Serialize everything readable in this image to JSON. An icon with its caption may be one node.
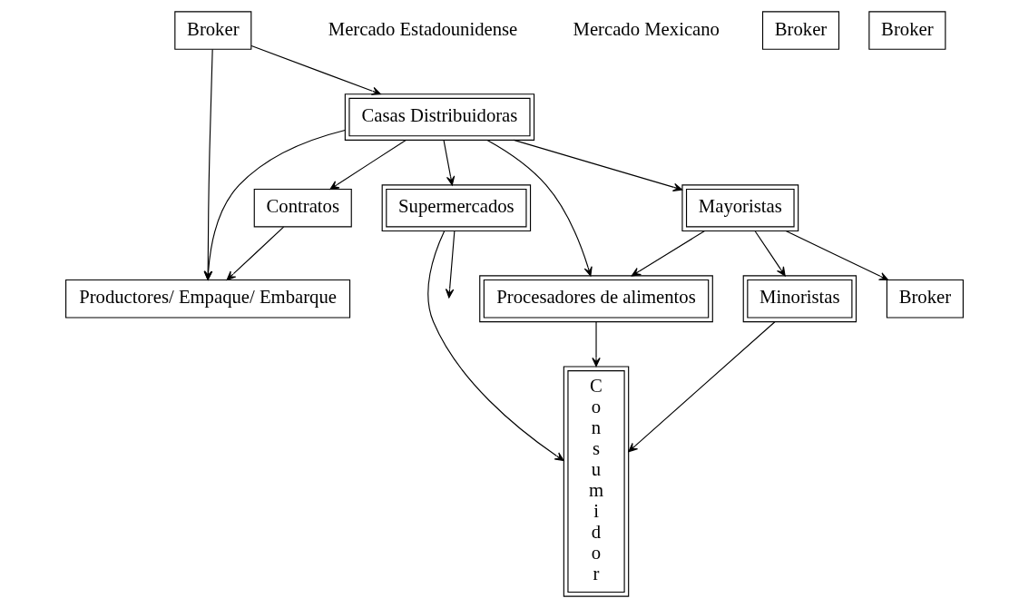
{
  "diagram": {
    "nodes": [
      {
        "text": [
          "Casas Distribuidoras"
        ]
      },
      {
        "text": [
          "Contratos"
        ]
      },
      {
        "text": [
          "Supermercados"
        ]
      },
      {
        "text": [
          "Productores/ Empaque/ Embarque"
        ]
      },
      {
        "text": [
          "Mayoristas"
        ]
      },
      {
        "text": [
          "Procesadores de alimentos"
        ]
      },
      {
        "text": [
          "Consumidor"
        ]
      },
      {
        "text": [
          "Broker"
        ]
      },
      {
        "text": [
          "Broker"
        ]
      },
      {
        "text": [
          "Minoristas"
        ]
      },
      {
        "text": [
          "Broker"
        ]
      },
      {
        "text": [
          "Broker"
        ]
      }
    ],
    "edges": [
      {
        "from": 0,
        "to": 3,
        "arrow": "to"
      },
      {
        "from": 0,
        "to": 1,
        "arrow": "to"
      },
      {
        "from": 1,
        "to": 3,
        "arrow": "to"
      },
      {
        "from": 0,
        "to": 4,
        "arrow": "to"
      },
      {
        "from": 0,
        "to": 5,
        "arrow": "to"
      },
      {
        "from": 0,
        "to": 2,
        "arrow": "to"
      },
      {
        "from": 2,
        "to": null,
        "arrow": "to"
      },
      {
        "from": 7,
        "to": 0,
        "arrow": "to"
      },
      {
        "from": 7,
        "to": 3,
        "arrow": "to"
      },
      {
        "from": 4,
        "to": 8,
        "arrow": "to"
      },
      {
        "from": 4,
        "to": 5,
        "arrow": "to"
      },
      {
        "from": 4,
        "to": 9,
        "arrow": "to"
      },
      {
        "from": 2,
        "to": 6,
        "arrow": "to"
      },
      {
        "from": 5,
        "to": 6,
        "arrow": "to"
      },
      {
        "from": 9,
        "to": 6,
        "arrow": "to"
      }
    ],
    "labels": [
      "Mercado Mexicano",
      "Mercado Estadounidense"
    ]
  }
}
